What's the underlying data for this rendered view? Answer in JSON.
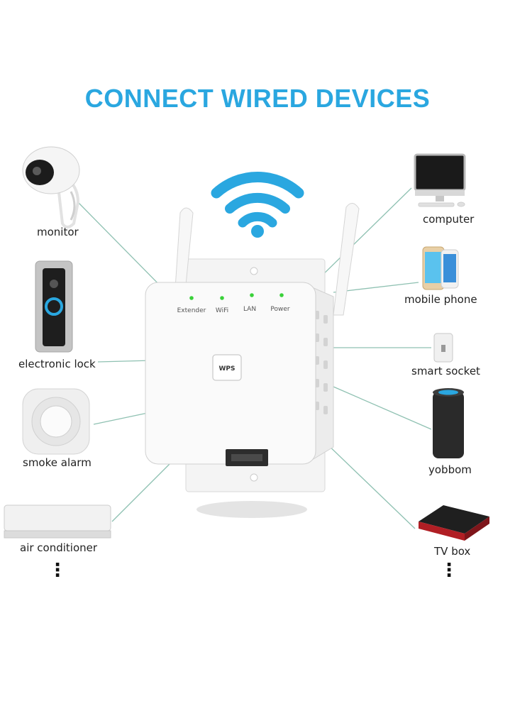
{
  "title": "CONNECT WIRED DEVICES",
  "colors": {
    "accent": "#2aa7e0",
    "line": "#7fb9a8",
    "led": "#3ad13a"
  },
  "repeater": {
    "leds": [
      "Extender",
      "WiFi",
      "LAN",
      "Power"
    ],
    "wps_label": "WPS"
  },
  "devices_left": [
    {
      "label": "monitor",
      "icon": "security-camera-icon"
    },
    {
      "label": "electronic lock",
      "icon": "video-doorbell-icon"
    },
    {
      "label": "smoke alarm",
      "icon": "smoke-alarm-icon"
    },
    {
      "label": "air conditioner",
      "icon": "air-conditioner-icon"
    }
  ],
  "devices_right": [
    {
      "label": "computer",
      "icon": "desktop-computer-icon"
    },
    {
      "label": "mobile phone",
      "icon": "smartphone-icon"
    },
    {
      "label": "smart socket",
      "icon": "smart-plug-icon"
    },
    {
      "label": "yobbom",
      "icon": "smart-speaker-icon"
    },
    {
      "label": "TV box",
      "icon": "tv-box-icon"
    }
  ],
  "more": "⋮"
}
